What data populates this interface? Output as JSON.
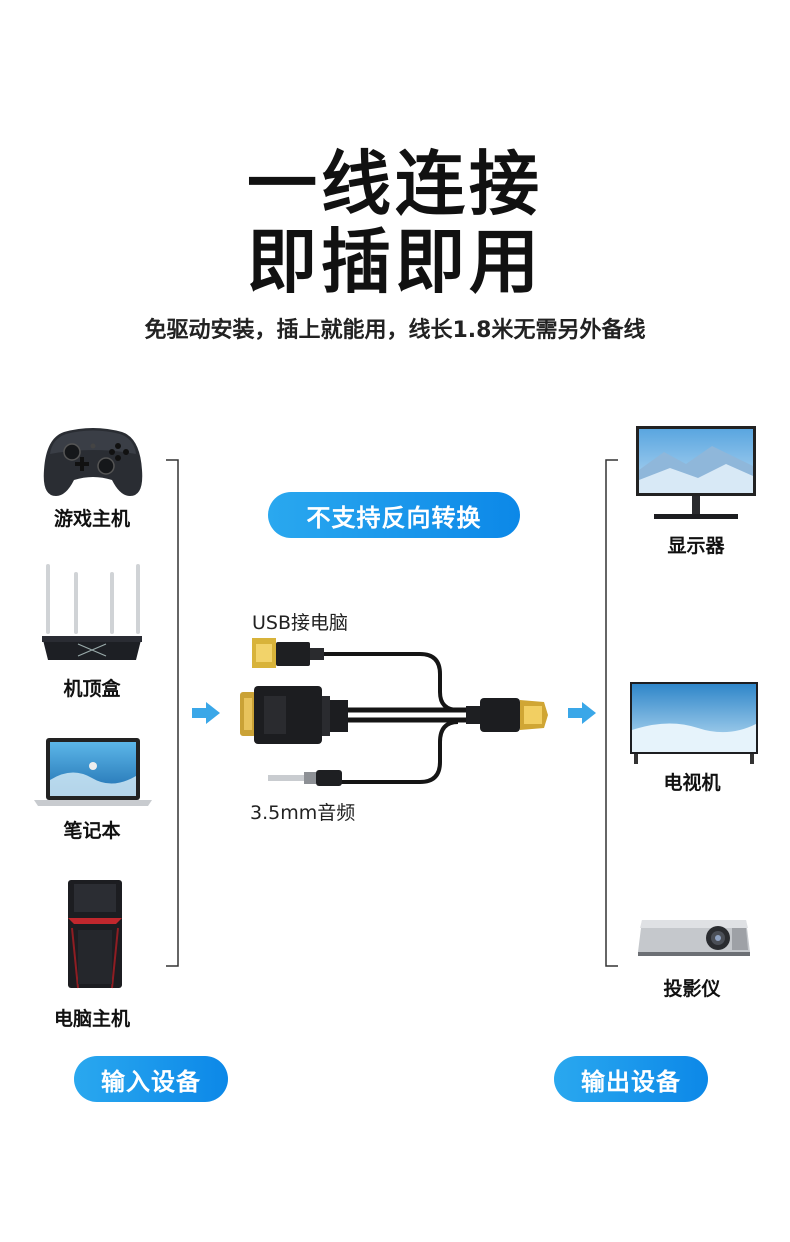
{
  "heading": {
    "line1": "一线连接",
    "line2": "即插即用",
    "subtitle": "免驱动安装，插上就能用，线长1.8米无需另外备线"
  },
  "notice": "不支持反向转换",
  "inputs": {
    "badge": "输入设备",
    "items": [
      "游戏主机",
      "机顶盒",
      "笔记本",
      "电脑主机"
    ]
  },
  "outputs": {
    "badge": "输出设备",
    "items": [
      "显示器",
      "电视机",
      "投影仪"
    ]
  },
  "cable": {
    "usb_label": "USB接电脑",
    "audio_label": "3.5mm音频"
  },
  "colors": {
    "accent_start": "#2aa8ef",
    "accent_end": "#0c88e8",
    "arrow": "#3aa7e8"
  }
}
